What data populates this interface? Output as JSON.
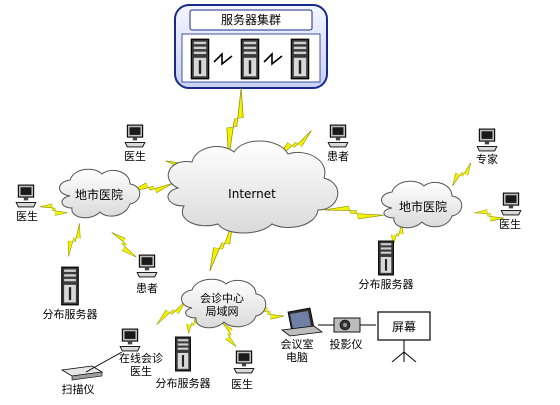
{
  "server_cluster": {
    "title": "服务器集群"
  },
  "clouds": {
    "internet": "Internet",
    "hospital_left": "地市医院",
    "hospital_right": "地市医院",
    "lan_line1": "会诊中心",
    "lan_line2": "局域网"
  },
  "nodes": {
    "doctor_top": "医生",
    "patient_top": "患者",
    "expert": "专家",
    "doctor_left": "医生",
    "doctor_right": "医生",
    "server_left": "分布服务器",
    "patient_left": "患者",
    "server_right": "分布服务器",
    "meeting_line1": "会议室",
    "meeting_line2": "电脑",
    "projector": "投影仪",
    "screen": "屏幕",
    "online_line1": "在线会诊",
    "online_line2": "医生",
    "scanner": "扫描仪",
    "server_bottom": "分布服务器",
    "doctor_bottom": "医生"
  },
  "colors": {
    "lightning": "#f2f200",
    "cluster_fill": "#dfe4ff",
    "cluster_stroke": "#1a2a8a"
  }
}
